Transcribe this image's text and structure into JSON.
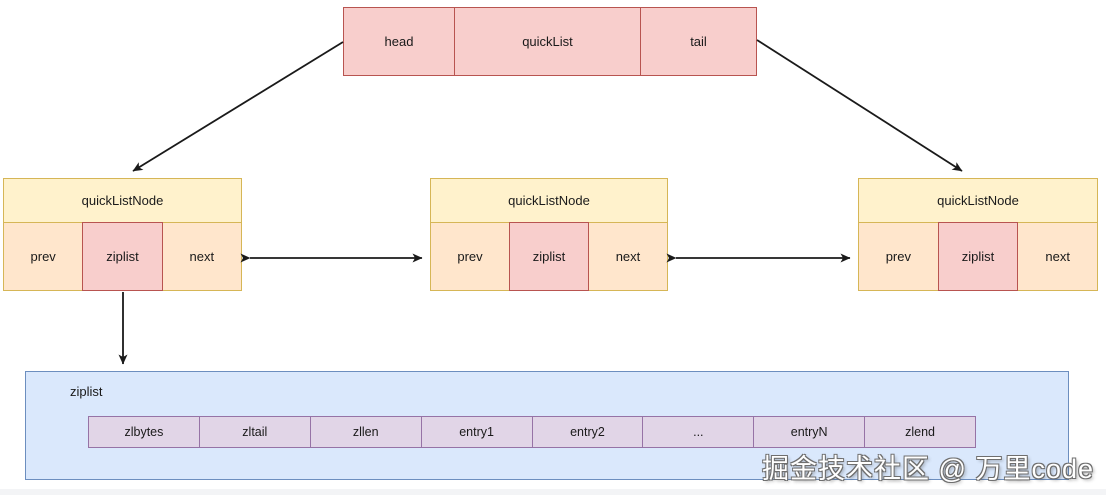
{
  "quicklist_box": {
    "cells": [
      "head",
      "quickList",
      "tail"
    ]
  },
  "nodes": [
    {
      "title": "quickListNode",
      "cells": [
        "prev",
        "ziplist",
        "next"
      ]
    },
    {
      "title": "quickListNode",
      "cells": [
        "prev",
        "ziplist",
        "next"
      ]
    },
    {
      "title": "quickListNode",
      "cells": [
        "prev",
        "ziplist",
        "next"
      ]
    }
  ],
  "ziplist_box": {
    "label": "ziplist",
    "cells": [
      "zlbytes",
      "zltail",
      "zllen",
      "entry1",
      "entry2",
      "...",
      "entryN",
      "zlend"
    ]
  },
  "watermark": {
    "text": "掘金技术社区 @ 万里code"
  },
  "colors": {
    "red_fill": "#f8cecc",
    "red_stroke": "#b85450",
    "yellow_fill": "#fff2cc",
    "yellow_stroke": "#d6b656",
    "orange_fill": "#ffe6cc",
    "orange_stroke": "#d79b00",
    "blue_fill": "#dae8fc",
    "blue_stroke": "#6c8ebf",
    "purple_fill": "#e1d5e7",
    "purple_stroke": "#9673a6",
    "arrow": "#1a1a1a"
  }
}
